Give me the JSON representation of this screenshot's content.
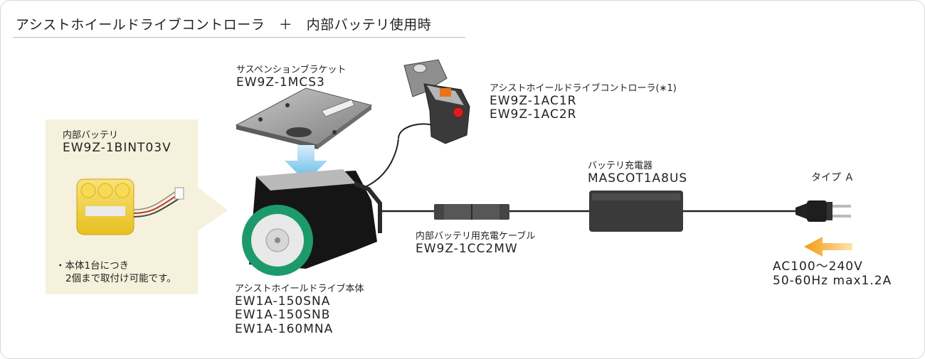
{
  "title": "アシストホイールドライブコントローラ　＋　内部バッテリ使用時",
  "battery": {
    "name": "内部バッテリ",
    "code": "EW9Z-1BINT03V"
  },
  "battery_note": {
    "bullet": "・",
    "line1": "本体1台につき",
    "line2": "2個まで取付け可能です。"
  },
  "bracket": {
    "name": "サスペンションブラケット",
    "code": "EW9Z-1MCS3"
  },
  "controller": {
    "name": "アシストホイールドライブコントローラ(∗1)",
    "codes": [
      "EW9Z-1AC1R",
      "EW9Z-1AC2R"
    ]
  },
  "drive_unit": {
    "name": "アシストホイールドライブ本体",
    "codes": [
      "EW1A-150SNA",
      "EW1A-150SNB",
      "EW1A-160MNA"
    ]
  },
  "charge_cable": {
    "name": "内部バッテリ用充電ケーブル",
    "code": "EW9Z-1CC2MW"
  },
  "charger": {
    "name": "バッテリ充電器",
    "code": "MASCOT1A8US"
  },
  "plug": {
    "name": "タイプ Ａ"
  },
  "power": {
    "voltage": "AC100～240V",
    "spec": "50-60Hz max1.2A"
  },
  "colors": {
    "arrow_blue": "#7cc7ec",
    "arrow_orange": "#f39c12",
    "wheel_green": "#1d9a6c",
    "callout_bg": "#f6f1dc",
    "battery_yellow": "#f4d23a"
  }
}
